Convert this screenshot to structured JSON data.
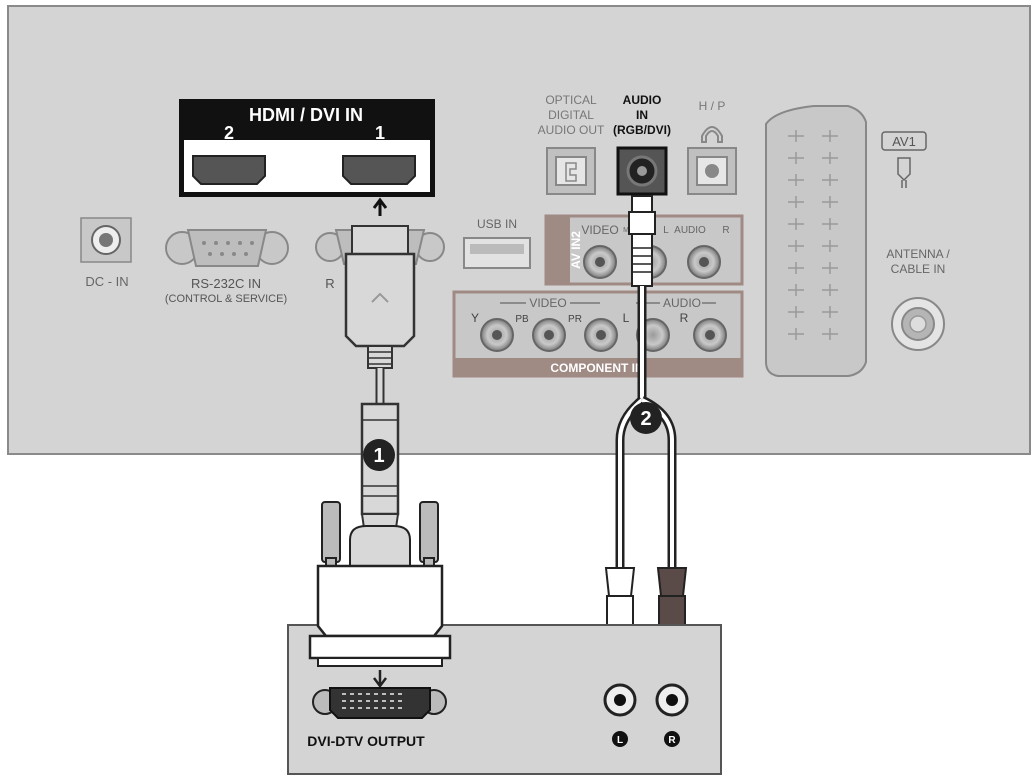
{
  "tv_panel": {
    "hdmi_title": "HDMI / DVI IN",
    "hdmi_port_2": "2",
    "hdmi_port_1": "1",
    "optical_line1": "OPTICAL",
    "optical_line2": "DIGITAL",
    "optical_line3": "AUDIO OUT",
    "audio_in_line1": "AUDIO",
    "audio_in_line2": "IN",
    "audio_in_line3": "(RGB/DVI)",
    "hp_label": "H / P",
    "av1_label": "AV1",
    "dc_in_label": "DC - IN",
    "rs232_line1": "RS-232C IN",
    "rs232_line2": "(CONTROL & SERVICE)",
    "rgb_in_partial": "R",
    "usb_label": "USB IN",
    "av_in2_label": "AV IN2",
    "av2_video_label": "VIDEO",
    "av2_mono_label": "MONO",
    "av2_audio_label": "AUDIO",
    "av2_l_label": "L",
    "av2_r_label": "R",
    "comp_video_label": "VIDEO",
    "comp_audio_label": "AUDIO",
    "comp_y_label": "Y",
    "comp_pb_label": "PB",
    "comp_pr_label": "PR",
    "comp_l_label": "L",
    "comp_r_label": "R",
    "component_in_label": "COMPONENT IN",
    "antenna_line1": "ANTENNA /",
    "antenna_line2": "CABLE IN"
  },
  "callouts": {
    "step_1": "1",
    "step_2": "2"
  },
  "source_device": {
    "dvi_output_label": "DVI-DTV OUTPUT",
    "left_jack_label": "L",
    "right_jack_label": "R"
  },
  "colors": {
    "panel_fill": "#d4d4d4",
    "panel_stroke": "#8a8a8a",
    "component_block": "#a08a84",
    "label_text": "#666666",
    "dark": "#222222",
    "cable_white": "#ffffff",
    "cable_red": "#5a4a48"
  }
}
